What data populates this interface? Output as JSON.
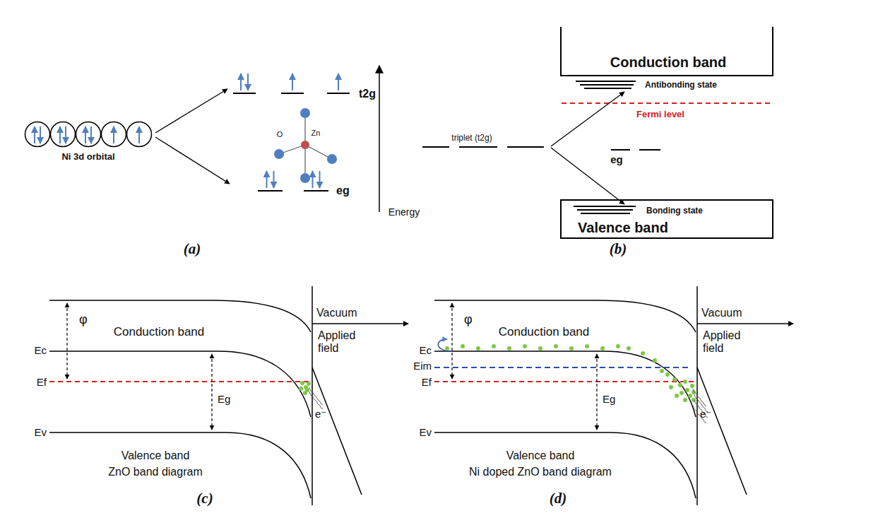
{
  "diagram": {
    "nodes": [
      {
        "text": [
          "Conduction band"
        ]
      },
      {
        "text": [
          "Bonding state",
          "Valence band"
        ]
      }
    ],
    "labels": [
      "Ni 3d orbital",
      "t2g",
      "O",
      "Zn",
      "eg",
      "Energy",
      "(a)",
      "Antibonding state",
      "Fermi level",
      "triplet (t2g)",
      "eg",
      "(b)",
      "φ",
      "Conduction band",
      "Ec",
      "Ef",
      "Eg",
      "Ev",
      "Valence band",
      "ZnO band diagram",
      "Vacuum",
      "Applied field",
      "e⁻",
      "(c)",
      "φ",
      "Conduction band",
      "Ec",
      "Eim",
      "Ef",
      "Eg",
      "Ev",
      "Valence band",
      "Ni doped ZnO band diagram",
      "Vacuum",
      "Applied field",
      "e⁻",
      "(d)"
    ]
  }
}
